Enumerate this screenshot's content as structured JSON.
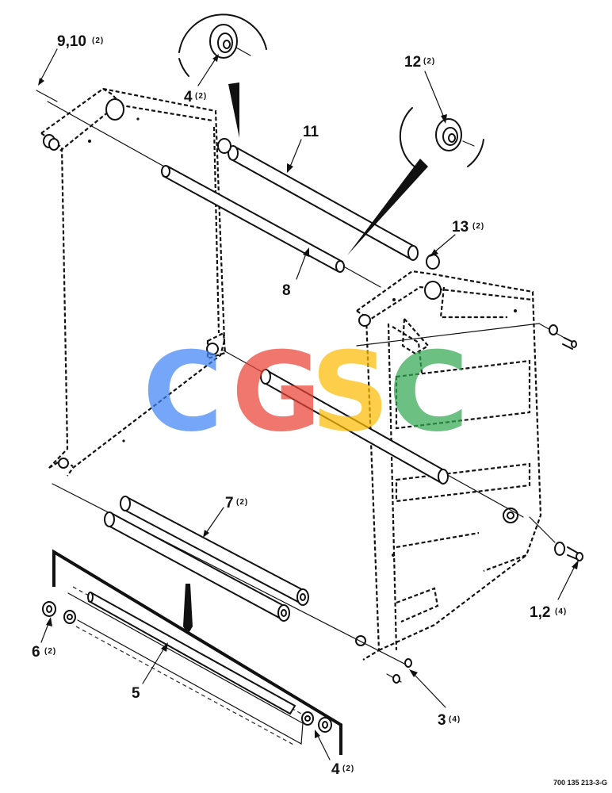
{
  "callouts": {
    "c910": {
      "num": "9,10",
      "qty": "(2)"
    },
    "c4top": {
      "num": "4",
      "qty": "(2)"
    },
    "c11": {
      "num": "11"
    },
    "c12": {
      "num": "12",
      "qty": "(2)"
    },
    "c13": {
      "num": "13",
      "qty": "(2)"
    },
    "c8": {
      "num": "8"
    },
    "c7": {
      "num": "7",
      "qty": "(2)"
    },
    "c6": {
      "num": "6",
      "qty": "(2)"
    },
    "c5": {
      "num": "5"
    },
    "c12b": {
      "num": "1,2",
      "qty": "(4)"
    },
    "c3": {
      "num": "3",
      "qty": "(4)"
    },
    "c4bot": {
      "num": "4",
      "qty": "(2)"
    }
  },
  "watermark": {
    "letters": [
      "C",
      "G",
      "S",
      "C"
    ],
    "colors": [
      "#4285F4",
      "#EA4335",
      "#FBBC05",
      "#34A853"
    ]
  },
  "part_code": "700 135 213-3-G"
}
